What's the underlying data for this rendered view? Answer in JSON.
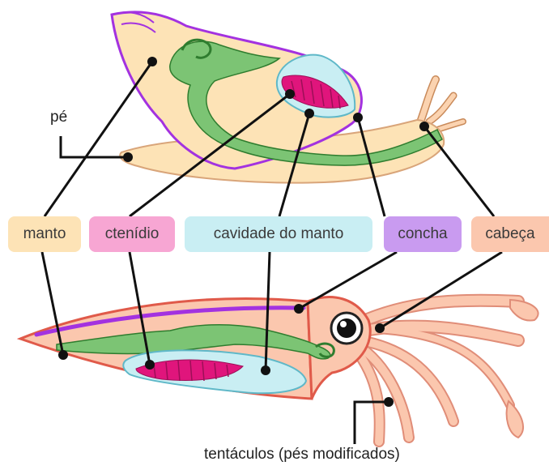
{
  "labels": {
    "pe": "pé",
    "manto": "manto",
    "ctenidio": "ctenídio",
    "cavidade": "cavidade do manto",
    "concha": "concha",
    "cabeca": "cabeça",
    "tentaculos": "tentáculos (pés modificados)"
  },
  "colors": {
    "body": "#fde3b6",
    "squid_body": "#fbc7ae",
    "shell_outline": "#a332e0",
    "gut": "#7cc474",
    "gut_outline": "#2f7d2f",
    "mantle_cavity": "#c9eef3",
    "ctenidium": "#e0157c",
    "leader_line": "#111111",
    "tag_manto": "#fde3b6",
    "tag_ctenidio": "#f7a6d3",
    "tag_cavidade": "#c9eef3",
    "tag_concha": "#c99bf0",
    "tag_cabeca": "#fbc7ae"
  }
}
